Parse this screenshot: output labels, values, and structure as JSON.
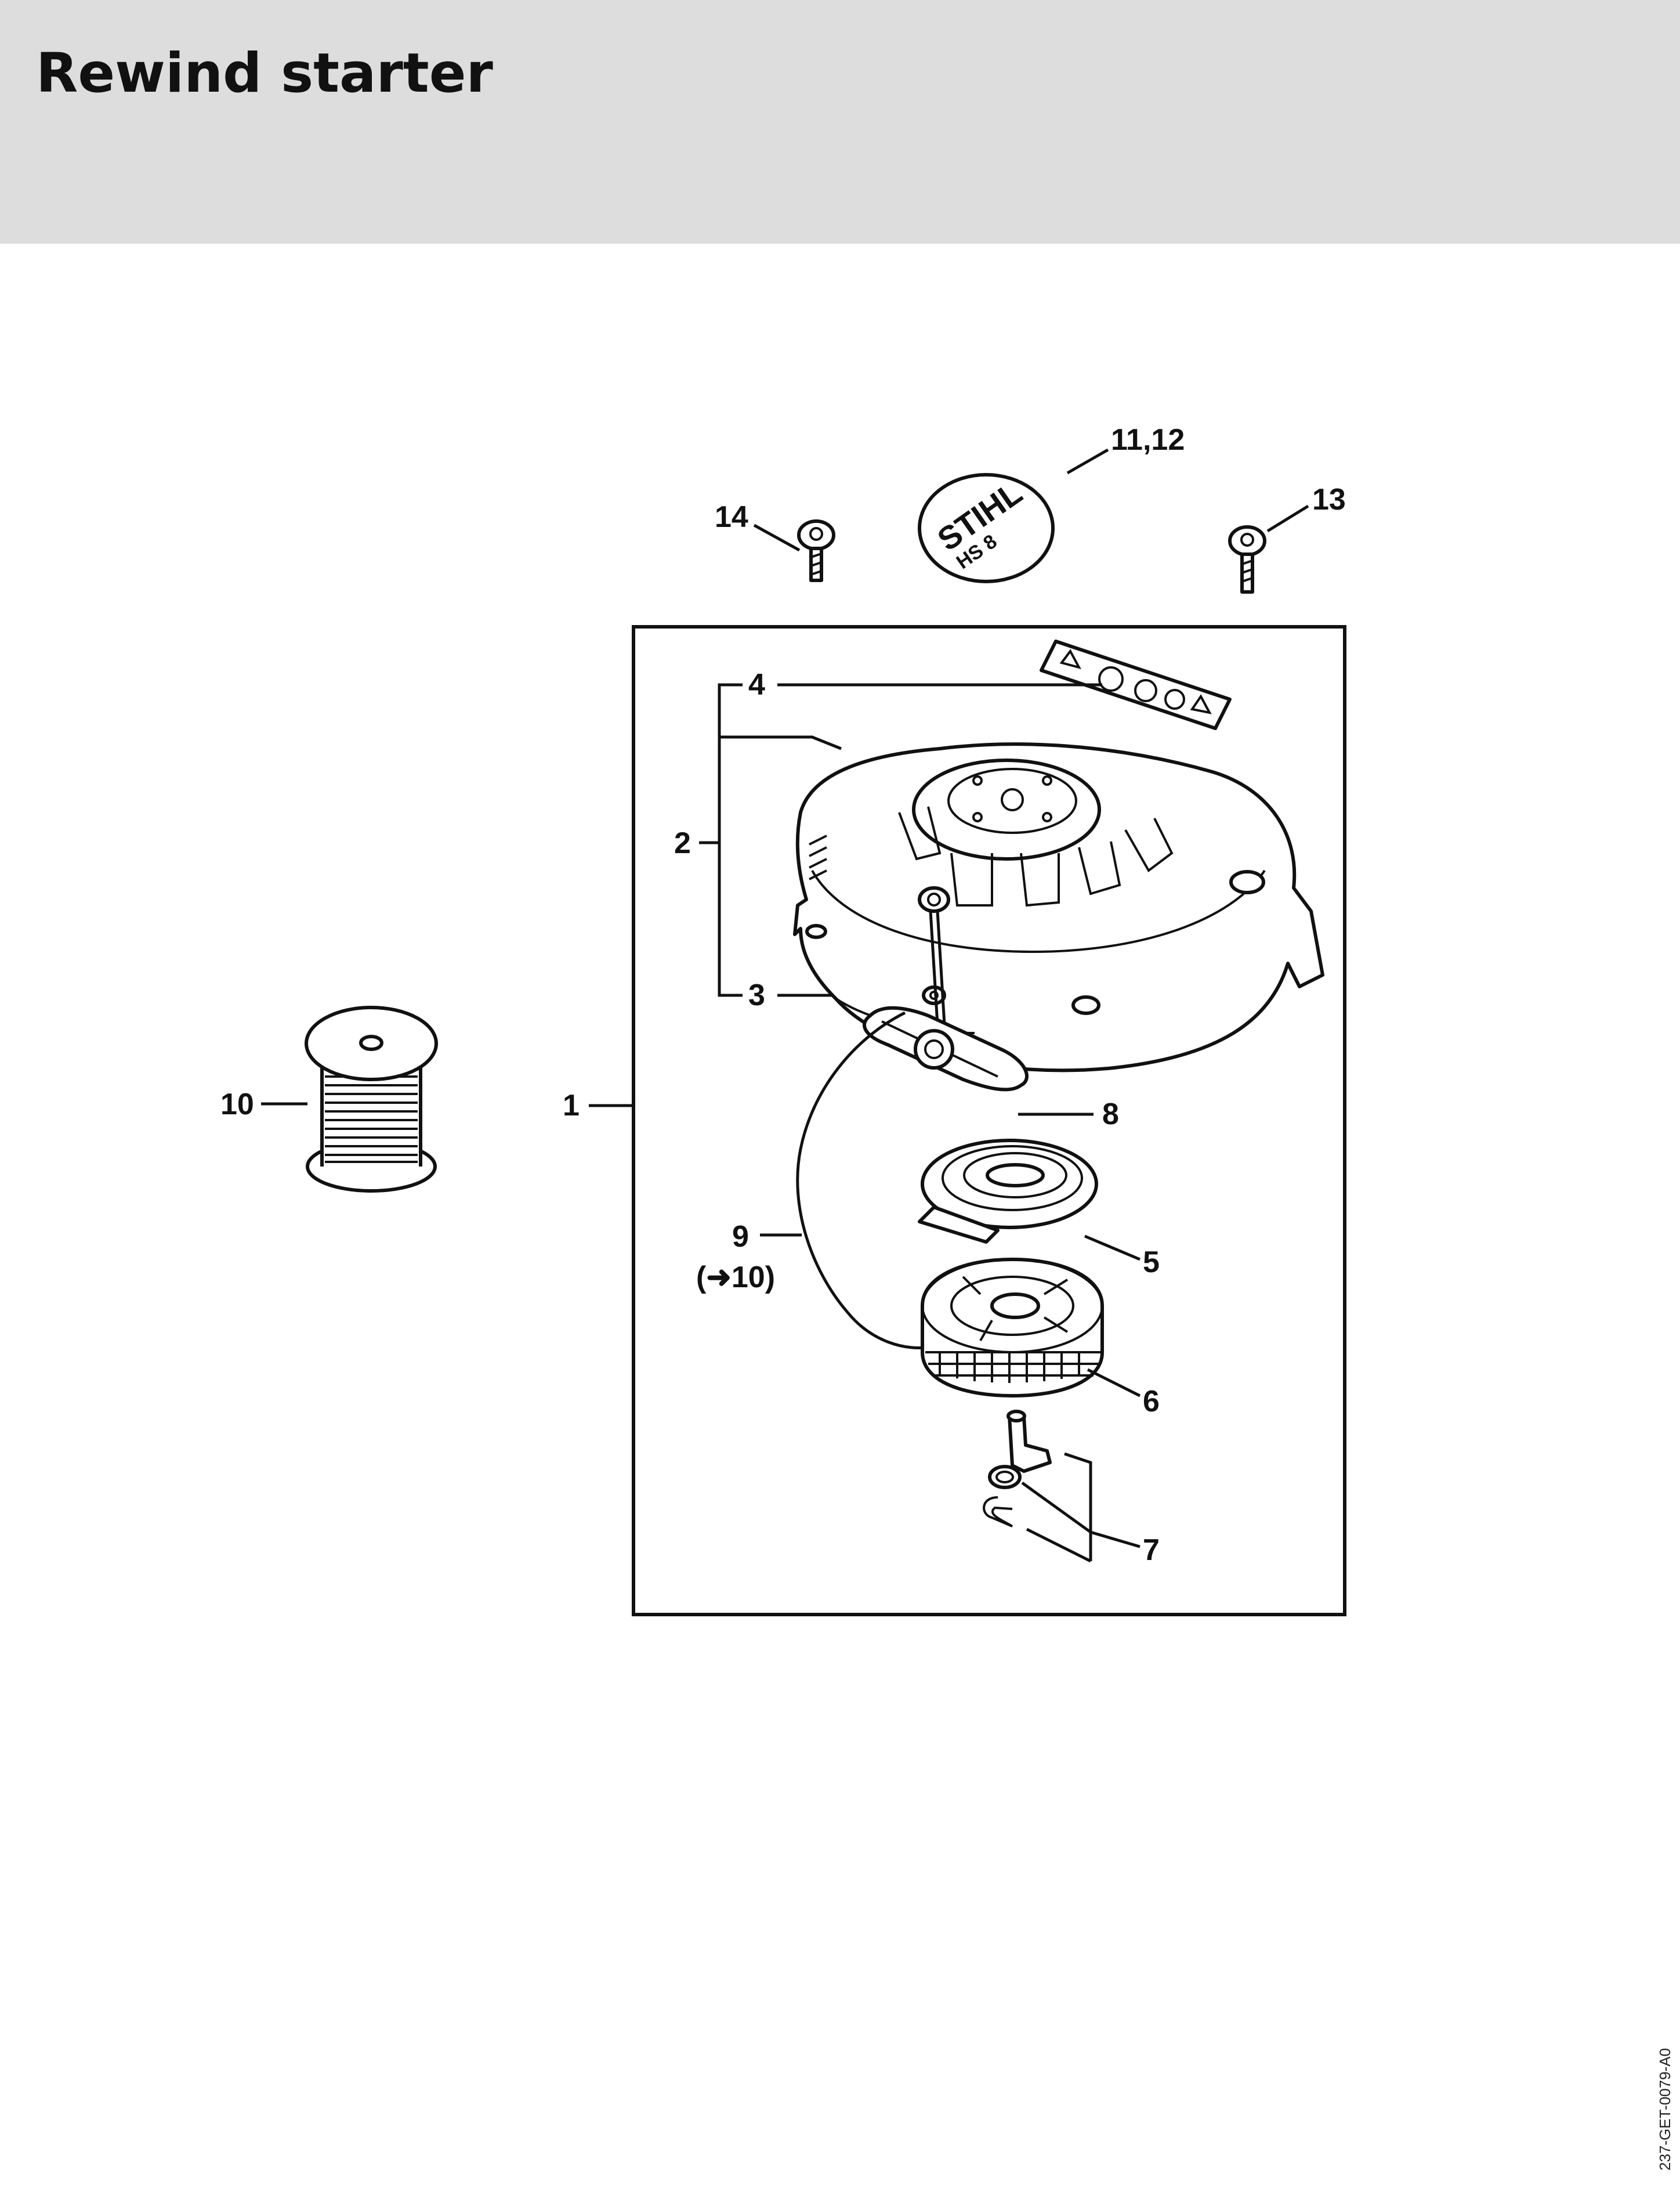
{
  "title": "Rewind starter",
  "document_code": "237-GET-0079-A0",
  "decal": {
    "brand": "STIHL",
    "model": "HS 8"
  },
  "labels": {
    "l1": "1",
    "l2": "2",
    "l3": "3",
    "l4": "4",
    "l5": "5",
    "l6": "6",
    "l7": "7",
    "l8": "8",
    "l9": "9",
    "l9_ref": "(➜10)",
    "l10": "10",
    "l11_12": "11,12",
    "l13": "13",
    "l14": "14"
  }
}
